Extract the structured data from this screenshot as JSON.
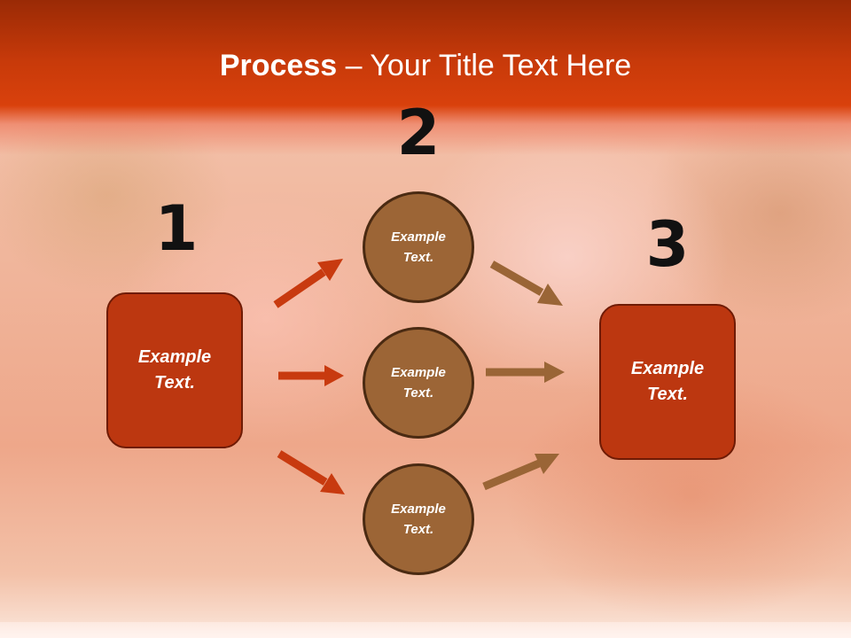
{
  "title": {
    "bold": "Process",
    "rest": " – Your Title Text Here"
  },
  "steps": {
    "one": "1",
    "two": "2",
    "three": "3"
  },
  "left_box": {
    "text": "Example\nText."
  },
  "circles": [
    {
      "text": "Example\nText."
    },
    {
      "text": "Example\nText."
    },
    {
      "text": "Example\nText."
    }
  ],
  "right_box": {
    "text": "Example\nText."
  },
  "colors": {
    "title_band": "#d9410c",
    "box_fill": "#bc3710",
    "circle_fill": "#9c6536",
    "left_arrows": "#c83a0f",
    "right_arrows": "#9a6536"
  }
}
